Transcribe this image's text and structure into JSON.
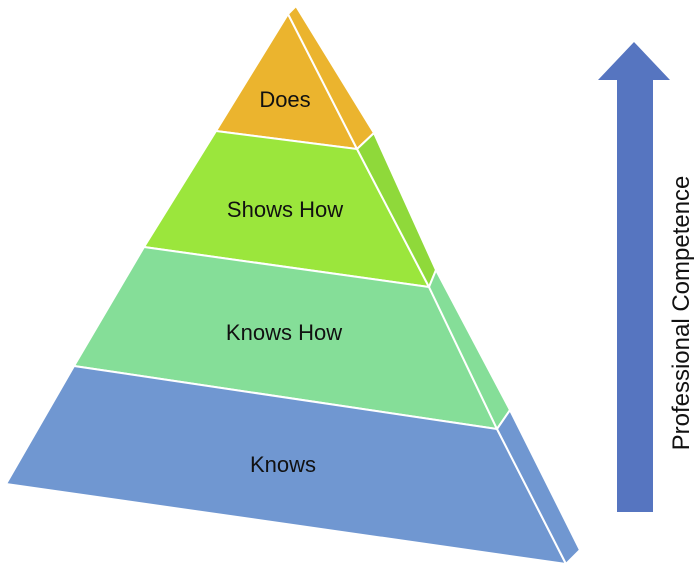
{
  "diagram": {
    "levels": [
      {
        "label": "Does",
        "front_color": "#EBB42E",
        "side_color": "#EBB42E"
      },
      {
        "label": "Shows How",
        "front_color": "#9BE63C",
        "side_color": "#8FD93A"
      },
      {
        "label": "Knows How",
        "front_color": "#85DE98",
        "side_color": "#85DE98"
      },
      {
        "label": "Knows",
        "front_color": "#7097D1",
        "side_color": "#7097D1"
      }
    ],
    "axis": {
      "label": "Professional Competence",
      "arrow_color": "#5675C0"
    }
  }
}
